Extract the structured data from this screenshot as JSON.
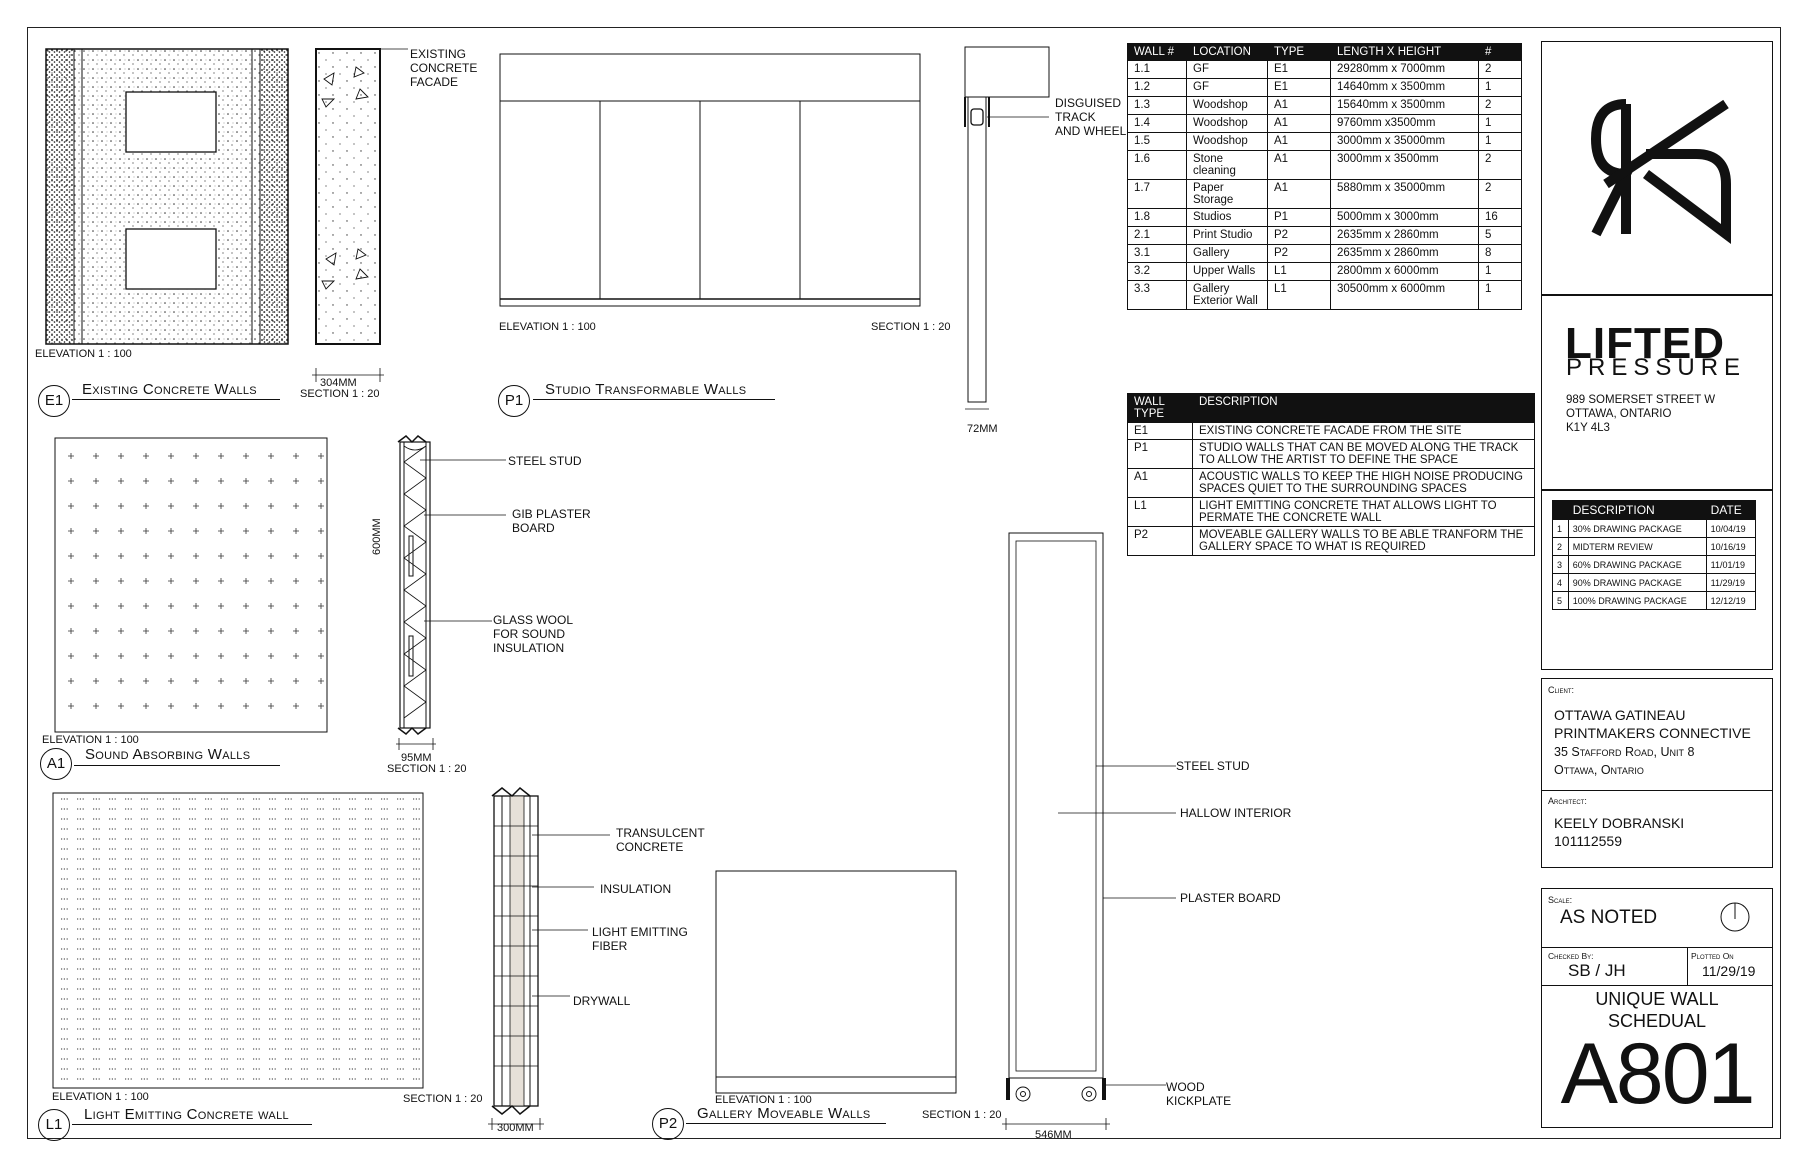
{
  "labels": {
    "e1_existing": "EXISTING\nCONCRETE\nFACADE",
    "e1_elev": "ELEVATION 1 : 100",
    "e1_dim": "304mm",
    "e1_sec": "SECTION 1 : 20",
    "p1_elev": "ELEVATION 1 : 100",
    "p1_sec": "SECTION 1 : 20",
    "track": "DISGUISED\nTRACK\nAND WHEEL",
    "track_dim": "72mm",
    "a1_steel": "STEEL STUD",
    "a1_gib": "GIB PLASTER\nBOARD",
    "a1_glass": "GLASS WOOL\nFOR SOUND\nINSULATION",
    "a1_height": "600mm",
    "a1_elev": "ELEVATION 1 : 100",
    "a1_dim": "95mm",
    "a1_sec": "SECTION 1 : 20",
    "l1_trans": "TRANSULCENT\nCONCRETE",
    "l1_ins": "INSULATION",
    "l1_fiber": "LIGHT EMITTING\nFIBER",
    "l1_dry": "DRYWALL",
    "l1_elev": "ELEVATION 1 : 100",
    "l1_sec": "SECTION 1 : 20",
    "l1_dim": "300mm",
    "p2_elev": "ELEVATION 1 : 100",
    "p2_sec": "SECTION 1 : 20",
    "p2_steel": "STEEL STUD",
    "p2_hallow": "HALLOW INTERIOR",
    "p2_plaster": "PLASTER BOARD",
    "p2_wood": "WOOD\nKICKPLATE",
    "p2_dim": "546mm"
  },
  "titles": {
    "e1": {
      "tag": "E1",
      "text": "Existing Concrete Walls"
    },
    "p1": {
      "tag": "P1",
      "text": "Studio Transformable Walls"
    },
    "a1": {
      "tag": "A1",
      "text": "Sound Absorbing Walls"
    },
    "l1": {
      "tag": "L1",
      "text": "Light Emitting Concrete wall"
    },
    "p2": {
      "tag": "P2",
      "text": "Gallery Moveable Walls"
    }
  },
  "schedule": {
    "headers": [
      "WALL #",
      "LOCATION",
      "TYPE",
      "LENGTH X HEIGHT",
      "#"
    ],
    "rows": [
      [
        "1.1",
        "GF",
        "E1",
        "29280mm x 7000mm",
        "2"
      ],
      [
        "1.2",
        "GF",
        "E1",
        "14640mm x 3500mm",
        "1"
      ],
      [
        "1.3",
        "Woodshop",
        "A1",
        "15640mm x 3500mm",
        "2"
      ],
      [
        "1.4",
        "Woodshop",
        "A1",
        "9760mm x3500mm",
        "1"
      ],
      [
        "1.5",
        "Woodshop",
        "A1",
        "3000mm x 35000mm",
        "1"
      ],
      [
        "1.6",
        "Stone cleaning",
        "A1",
        "3000mm x 3500mm",
        "2"
      ],
      [
        "1.7",
        "Paper Storage",
        "A1",
        "5880mm x 35000mm",
        "2"
      ],
      [
        "1.8",
        "Studios",
        "P1",
        "5000mm x 3000mm",
        "16"
      ],
      [
        "2.1",
        "Print Studio",
        "P2",
        "2635mm x 2860mm",
        "5"
      ],
      [
        "3.1",
        "Gallery",
        "P2",
        "2635mm x 2860mm",
        "8"
      ],
      [
        "3.2",
        "Upper Walls",
        "L1",
        "2800mm x 6000mm",
        "1"
      ],
      [
        "3.3",
        "Gallery Exterior Wall",
        "L1",
        "30500mm x 6000mm",
        "1"
      ]
    ]
  },
  "types": {
    "headers": [
      "WALL TYPE",
      "DESCRIPTION"
    ],
    "rows": [
      [
        "E1",
        "EXISTING CONCRETE FACADE FROM THE SITE"
      ],
      [
        "P1",
        "STUDIO WALLS THAT CAN BE MOVED ALONG THE TRACK TO ALLOW THE ARTIST TO DEFINE THE SPACE"
      ],
      [
        "A1",
        "ACOUSTIC WALLS TO KEEP THE HIGH NOISE PRODUCING SPACES QUIET TO THE SURROUNDING SPACES"
      ],
      [
        "L1",
        "LIGHT EMITTING CONCRETE THAT ALLOWS LIGHT TO PERMATE THE CONCRETE WALL"
      ],
      [
        "P2",
        "MOVEABLE GALLERY WALLS TO BE ABLE TRANFORM THE GALLERY SPACE TO WHAT IS REQUIRED"
      ]
    ]
  },
  "titleblock": {
    "firm_line1": "LIFTED",
    "firm_line2": "PRESSURE",
    "address": "989 SOMERSET STREET W\nOTTAWA, ONTARIO\nK1Y 4L3",
    "rev_headers": [
      "",
      "DESCRIPTION",
      "DATE"
    ],
    "revisions": [
      [
        "1",
        "30% DRAWING PACKAGE",
        "10/04/19"
      ],
      [
        "2",
        "MIDTERM REVIEW",
        "10/16/19"
      ],
      [
        "3",
        "60% DRAWING PACKAGE",
        "11/01/19"
      ],
      [
        "4",
        "90% DRAWING PACKAGE",
        "11/29/19"
      ],
      [
        "5",
        "100% DRAWING PACKAGE",
        "12/12/19"
      ]
    ],
    "client_label": "Client:",
    "client": "OTTAWA GATINEAU\nPRINTMAKERS CONNECTIVE",
    "client_addr": "35 Stafford Road, Unit 8\nOttawa, Ontario",
    "architect_label": "Architect:",
    "architect": "KEELY DOBRANSKI\n101112559",
    "scale_label": "Scale:",
    "scale": "AS NOTED",
    "checked_label": "Checked By:",
    "checked": "SB / JH",
    "plotted_label": "Plotted On",
    "plotted": "11/29/19",
    "sheet_title": "UNIQUE WALL\nSCHEDUAL",
    "sheet_no": "A801"
  }
}
